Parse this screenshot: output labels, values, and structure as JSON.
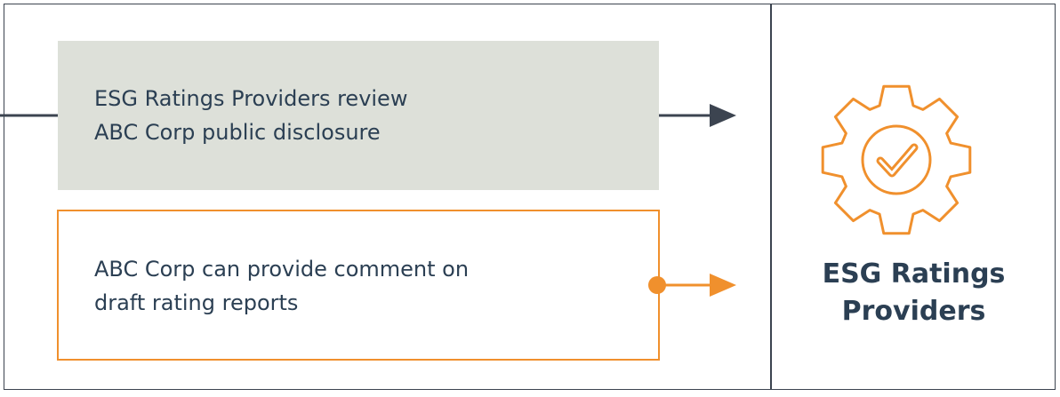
{
  "steps": [
    {
      "line1": "ESG Ratings Providers review",
      "line2": "ABC Corp public disclosure"
    },
    {
      "line1": "ABC Corp can provide comment on",
      "line2": "draft rating reports"
    }
  ],
  "target": {
    "line1": "ESG Ratings",
    "line2": "Providers"
  },
  "colors": {
    "dark": "#3c4450",
    "orange": "#f0902d",
    "grey_fill": "#dde0d9",
    "text": "#2b3f53"
  },
  "icons": {
    "target_icon": "gear-check-icon"
  }
}
